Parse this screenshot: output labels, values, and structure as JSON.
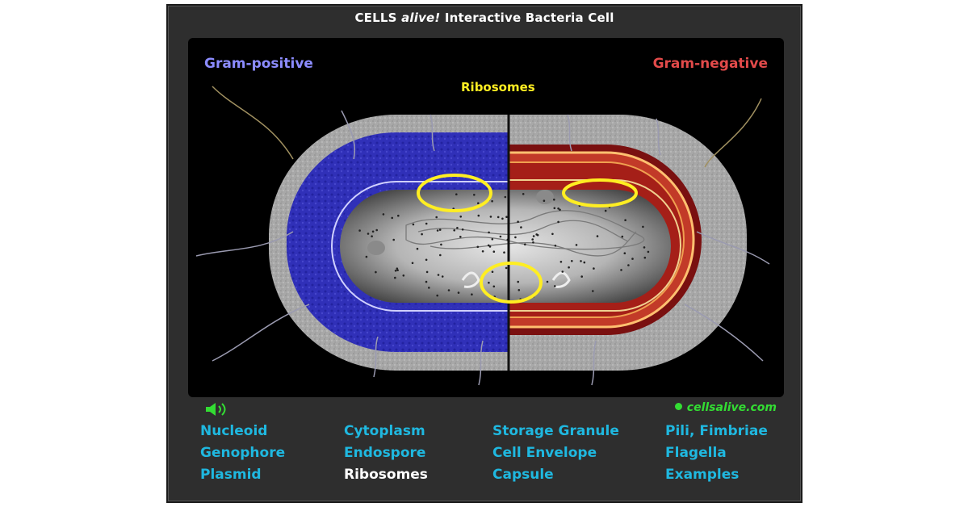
{
  "header": {
    "title_prefix": "CELLS ",
    "title_italic": "alive!",
    "title_suffix": " Interactive Bacteria Cell"
  },
  "diagram": {
    "gram_positive_label": "Gram-positive",
    "gram_negative_label": "Gram-negative",
    "highlight_label": "Ribosomes"
  },
  "footer": {
    "sound_icon": "speaker-icon",
    "site": "cellsalive.com",
    "links": [
      [
        "Nucleoid",
        "Genophore",
        "Plasmid"
      ],
      [
        "Cytoplasm",
        "Endospore",
        "Ribosomes"
      ],
      [
        "Storage Granule",
        "Cell Envelope",
        "Capsule"
      ],
      [
        "Pili, Fimbriae",
        "Flagella",
        "Examples"
      ]
    ],
    "active_link": "Ribosomes"
  },
  "colors": {
    "gram_positive": "#8c8cff",
    "gram_negative": "#e24a4a",
    "highlight": "#ffee22",
    "link": "#1fb8e0",
    "site": "#33dd33"
  }
}
